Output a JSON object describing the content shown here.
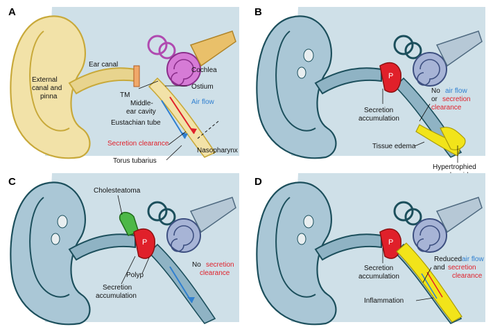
{
  "colors": {
    "air_flow": "#2f7fd0",
    "secretion": "#e0202a",
    "edema": "#f2e41a",
    "cholesteatoma": "#4db848",
    "cochlea_healthy": "#d67bd6",
    "cochlea_affected": "#a7b4d6"
  },
  "panels": {
    "a": {
      "letter": "A",
      "labels": {
        "external": [
          "External",
          "canal and",
          "pinna"
        ],
        "ear_canal": "Ear canal",
        "tm": "TM",
        "cochlea": "Cochlea",
        "ostium": "Ostium",
        "air_flow": "Air flow",
        "middle_ear": [
          "Middle-",
          "ear cavity"
        ],
        "eustachian": "Eustachian tube",
        "secretion_clearance": "Secretion clearance",
        "nasopharynx": "Nasopharynx",
        "torus": "Torus tubarius"
      }
    },
    "b": {
      "letter": "B",
      "labels": {
        "no": "No",
        "air_flow": "air flow",
        "or": "or",
        "secretion": "secretion",
        "clearance": "clearance",
        "secretion_accum": [
          "Secretion",
          "accumulation"
        ],
        "tissue_edema": "Tissue edema",
        "adenoid": [
          "Hypertrophied",
          "adenoid"
        ]
      }
    },
    "c": {
      "letter": "C",
      "labels": {
        "cholesteatoma": "Cholesteatoma",
        "polyp": "Polyp",
        "secretion_accum": [
          "Secretion",
          "accumulation"
        ],
        "no": "No",
        "secretion": "secretion",
        "clearance": "clearance"
      }
    },
    "d": {
      "letter": "D",
      "labels": {
        "secretion_accum": [
          "Secretion",
          "accumulation"
        ],
        "reduced": "Reduced",
        "air_flow": "air flow",
        "and": "and",
        "secretion": "secretion",
        "clearance": "clearance",
        "inflammation": "Inflammation"
      }
    }
  }
}
